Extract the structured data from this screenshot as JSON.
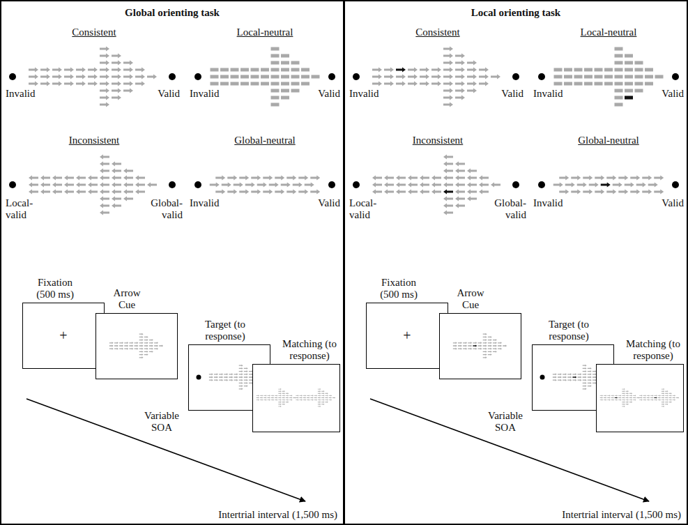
{
  "diagram": {
    "nodes": [
      {
        "text": [
          "Global orienting task"
        ]
      },
      {
        "text": [
          "Fixation (500 ms)",
          "+"
        ],
        "in": 0
      },
      {
        "text": [
          "Arrow Cue"
        ],
        "in": 0
      },
      {
        "text": [
          "Target (to response)"
        ],
        "in": 0
      },
      {
        "text": [
          "Matching (to response)"
        ],
        "in": 0
      },
      {
        "text": [
          "Local orienting task"
        ]
      },
      {
        "text": [
          "Fixation (500 ms)",
          "+"
        ],
        "in": 5
      },
      {
        "text": [
          "Arrow Cue"
        ],
        "in": 5
      },
      {
        "text": [
          "Target (to response)"
        ],
        "in": 5
      },
      {
        "text": [
          "Matching (to response)"
        ],
        "in": 5
      }
    ],
    "labels": [
      "Consistent",
      "Invalid",
      "Valid",
      "Local-neutral",
      "Invalid",
      "Valid",
      "Inconsistent",
      "Local-valid",
      "Global-valid",
      "Global-neutral",
      "Invalid",
      "Valid",
      "Variable SOA",
      "Intertrial interval (1,500 ms)",
      "Consistent",
      "Invalid",
      "Valid",
      "Local-neutral",
      "Invalid",
      "Valid",
      "Inconsistent",
      "Local-valid",
      "Global-valid",
      "Global-neutral",
      "Invalid",
      "Valid",
      "Variable SOA",
      "Intertrial interval (1,500 ms)"
    ]
  }
}
